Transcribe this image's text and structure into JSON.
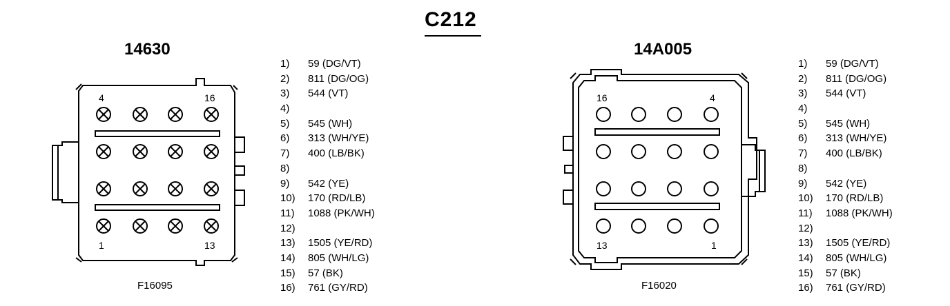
{
  "title": "C212",
  "left": {
    "part_number": "14630",
    "figure_id": "F16095",
    "corner_labels": {
      "top_left": "4",
      "top_right": "16",
      "bottom_left": "1",
      "bottom_right": "13"
    },
    "pins": [
      {
        "n": "1)",
        "v": "59 (DG/VT)"
      },
      {
        "n": "2)",
        "v": "811 (DG/OG)"
      },
      {
        "n": "3)",
        "v": "544 (VT)"
      },
      {
        "n": "4)",
        "v": ""
      },
      {
        "n": "5)",
        "v": "545 (WH)"
      },
      {
        "n": "6)",
        "v": "313 (WH/YE)"
      },
      {
        "n": "7)",
        "v": "400 (LB/BK)"
      },
      {
        "n": "8)",
        "v": ""
      },
      {
        "n": "9)",
        "v": "542 (YE)"
      },
      {
        "n": "10)",
        "v": "170 (RD/LB)"
      },
      {
        "n": "11)",
        "v": "1088 (PK/WH)"
      },
      {
        "n": "12)",
        "v": ""
      },
      {
        "n": "13)",
        "v": "1505 (YE/RD)"
      },
      {
        "n": "14)",
        "v": "805 (WH/LG)"
      },
      {
        "n": "15)",
        "v": "57 (BK)"
      },
      {
        "n": "16)",
        "v": "761 (GY/RD)"
      }
    ]
  },
  "right": {
    "part_number": "14A005",
    "figure_id": "F16020",
    "corner_labels": {
      "top_left": "16",
      "top_right": "4",
      "bottom_left": "13",
      "bottom_right": "1"
    },
    "pins": [
      {
        "n": "1)",
        "v": "59 (DG/VT)"
      },
      {
        "n": "2)",
        "v": "811 (DG/OG)"
      },
      {
        "n": "3)",
        "v": "544 (VT)"
      },
      {
        "n": "4)",
        "v": ""
      },
      {
        "n": "5)",
        "v": "545 (WH)"
      },
      {
        "n": "6)",
        "v": "313 (WH/YE)"
      },
      {
        "n": "7)",
        "v": "400 (LB/BK)"
      },
      {
        "n": "8)",
        "v": ""
      },
      {
        "n": "9)",
        "v": "542 (YE)"
      },
      {
        "n": "10)",
        "v": "170 (RD/LB)"
      },
      {
        "n": "11)",
        "v": "1088 (PK/WH)"
      },
      {
        "n": "12)",
        "v": ""
      },
      {
        "n": "13)",
        "v": "1505 (YE/RD)"
      },
      {
        "n": "14)",
        "v": "805 (WH/LG)"
      },
      {
        "n": "15)",
        "v": "57 (BK)"
      },
      {
        "n": "16)",
        "v": "761 (GY/RD)"
      }
    ]
  }
}
